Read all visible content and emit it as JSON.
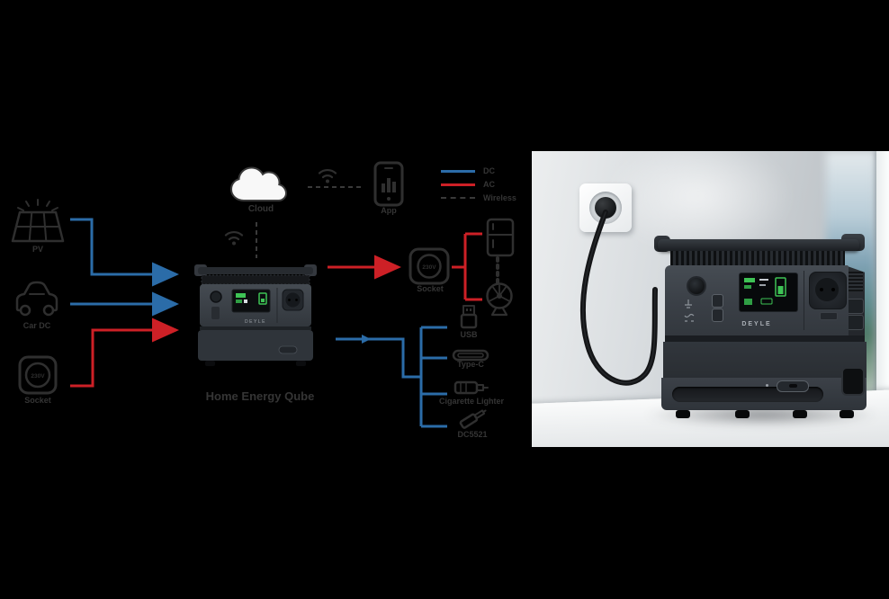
{
  "colors": {
    "dc_line": "#2b6ca8",
    "ac_line": "#cd2026",
    "wireless_line": "#3a3a3a",
    "label_text": "#353535"
  },
  "brand": "DEYLE",
  "legend": [
    {
      "id": "dc",
      "label": "DC"
    },
    {
      "id": "ac",
      "label": "AC"
    },
    {
      "id": "wireless",
      "label": "Wireless"
    }
  ],
  "diagram": {
    "device_label": "Home Energy Qube",
    "cloud_label": "Cloud",
    "app_label": "App",
    "socket_badge": "230V",
    "inputs": [
      {
        "label": "PV"
      },
      {
        "label": "Car DC"
      },
      {
        "label": "Socket"
      }
    ],
    "ac_output_label": "Socket",
    "dc_outputs": [
      {
        "label": "USB"
      },
      {
        "label": "Type-C"
      },
      {
        "label": "Cigarette Lighter"
      },
      {
        "label": "DC5521"
      }
    ]
  }
}
